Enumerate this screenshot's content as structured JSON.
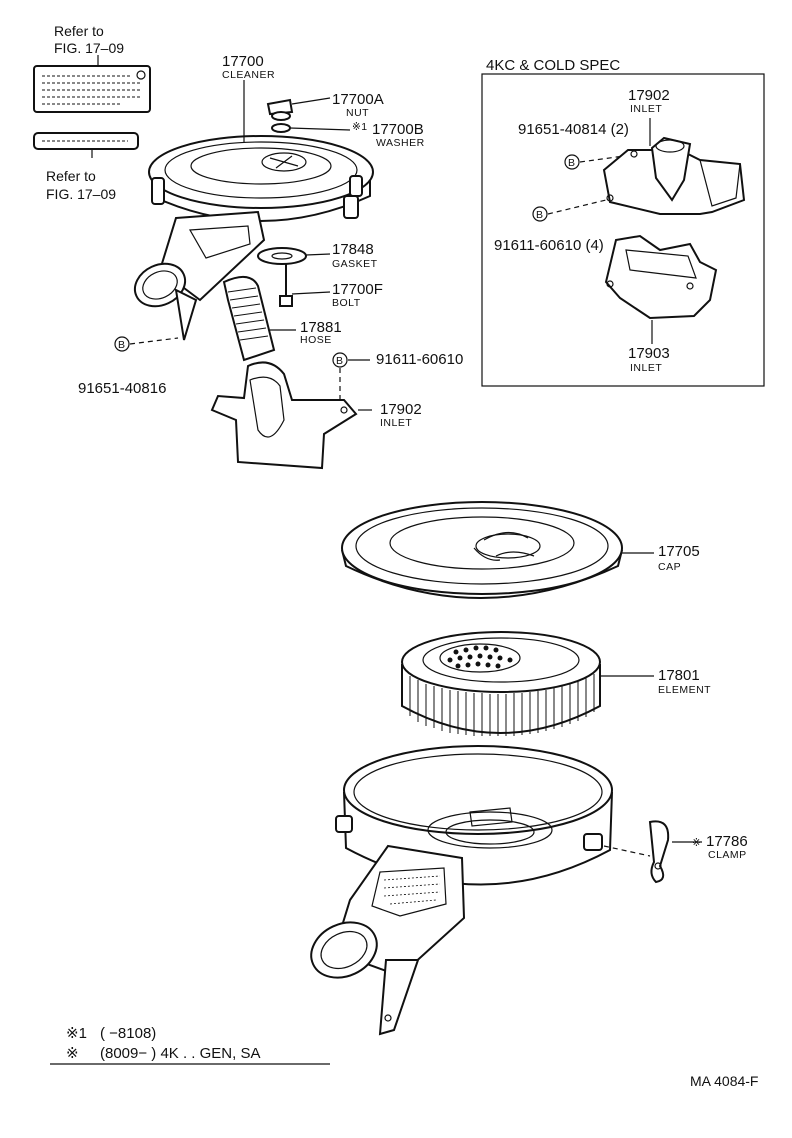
{
  "refs": {
    "top": [
      "Refer to",
      "FIG. 17–09"
    ],
    "middle": [
      "Refer to",
      "FIG. 17–09"
    ]
  },
  "parts": {
    "cleaner": {
      "number": "17700",
      "desc": "CLEANER"
    },
    "nut": {
      "number": "17700A",
      "desc": "NUT"
    },
    "washer": {
      "number": "17700B",
      "desc": "WASHER",
      "mark": "※1"
    },
    "gasket": {
      "number": "17848",
      "desc": "GASKET"
    },
    "bolt_f": {
      "number": "17700F",
      "desc": "BOLT"
    },
    "hose": {
      "number": "17881",
      "desc": "HOSE"
    },
    "bolt_b1": {
      "number": "91651-40816"
    },
    "bolt_b2": {
      "number": "91611-60610"
    },
    "inlet_main": {
      "number": "17902",
      "desc": "INLET"
    },
    "cap": {
      "number": "17705",
      "desc": "CAP"
    },
    "element": {
      "number": "17801",
      "desc": "ELEMENT"
    },
    "clamp": {
      "number": "17786",
      "desc": "CLAMP",
      "mark": "※"
    }
  },
  "inset": {
    "title": "4KC & COLD SPEC",
    "inlet_upper": {
      "number": "17902",
      "desc": "INLET"
    },
    "bolt_a": {
      "number": "91651-40814 (2)"
    },
    "bolt_b": {
      "number": "91611-60610 (4)"
    },
    "inlet_lower": {
      "number": "17903",
      "desc": "INLET"
    }
  },
  "bolt_symbol": "B",
  "notes": {
    "line1_mark": "※1",
    "line1_text": "(        −8108)",
    "line2_mark": "※",
    "line2_text": "(8009−          ) 4K . . GEN, SA"
  },
  "figure_code": "MA 4084-F"
}
